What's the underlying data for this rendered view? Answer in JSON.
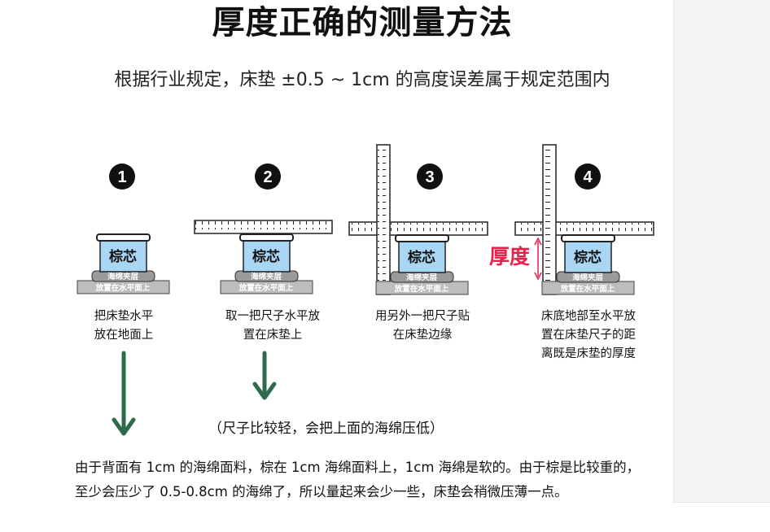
{
  "title": "厚度正确的测量方法",
  "subtitle": "根据行业规定，床垫 ±0.5 ~ 1cm 的高度误差属于规定范围内",
  "steps": [
    {
      "number": "1",
      "caption_line1": "把床垫水平",
      "caption_line2": "放在地面上",
      "caption_line3": ""
    },
    {
      "number": "2",
      "caption_line1": "取一把尺子水平放",
      "caption_line2": "置在床垫上",
      "caption_line3": ""
    },
    {
      "number": "3",
      "caption_line1": "用另外一把尺子贴",
      "caption_line2": "在床垫边缘",
      "caption_line3": ""
    },
    {
      "number": "4",
      "caption_line1": "床底地部至水平放",
      "caption_line2": "置在床垫尺子的距",
      "caption_line3": "离既是床垫的厚度"
    }
  ],
  "mattress": {
    "core_label": "棕芯",
    "sponge_label": "海绵夹层",
    "floor_label": "放置在水平面上"
  },
  "thickness_label": "厚度",
  "ruler_note": "（尺子比较轻，会把上面的海绵压低）",
  "footer": {
    "line1": "由于背面有 1cm 的海绵面料，棕在 1cm 海绵面料上，1cm 海绵是软的。由于棕是比较重的，",
    "line2": "至少会压少了 0.5-0.8cm 的海绵了，所以量起来会少一些，床垫会稍微压薄一点。"
  },
  "colors": {
    "core_fill": "#a9d6f5",
    "sponge_fill": "#9a9a9a",
    "floor_fill": "#bdbdbd",
    "arrow_green": "#2e6b4c",
    "thickness_red": "#e8204a"
  }
}
